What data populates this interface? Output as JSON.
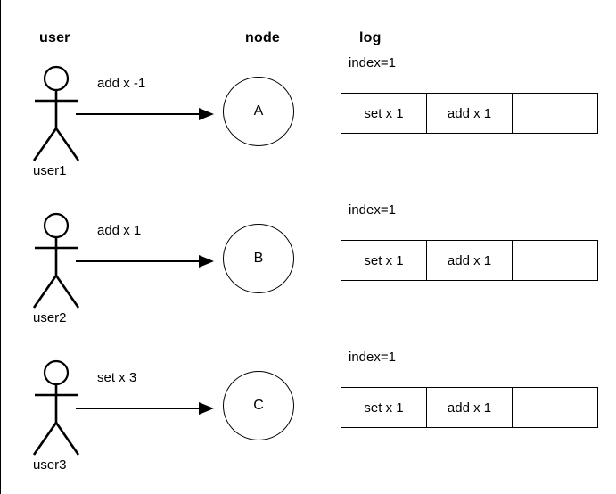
{
  "headers": {
    "user": "user",
    "node": "node",
    "log": "log"
  },
  "colors": {
    "stroke": "#000000",
    "background": "#ffffff",
    "text": "#000000"
  },
  "rows": [
    {
      "actor_label": "user1",
      "arrow_label": "add x -1",
      "node_letter": "A",
      "log": {
        "index_label": "index=1",
        "cells": [
          "set x 1",
          "add x 1",
          ""
        ]
      }
    },
    {
      "actor_label": "user2",
      "arrow_label": "add x 1",
      "node_letter": "B",
      "log": {
        "index_label": "index=1",
        "cells": [
          "set x 1",
          "add x 1",
          ""
        ]
      }
    },
    {
      "actor_label": "user3",
      "arrow_label": "set x 3",
      "node_letter": "C",
      "log": {
        "index_label": "index=1",
        "cells": [
          "set x 1",
          "add x 1",
          ""
        ]
      }
    }
  ]
}
